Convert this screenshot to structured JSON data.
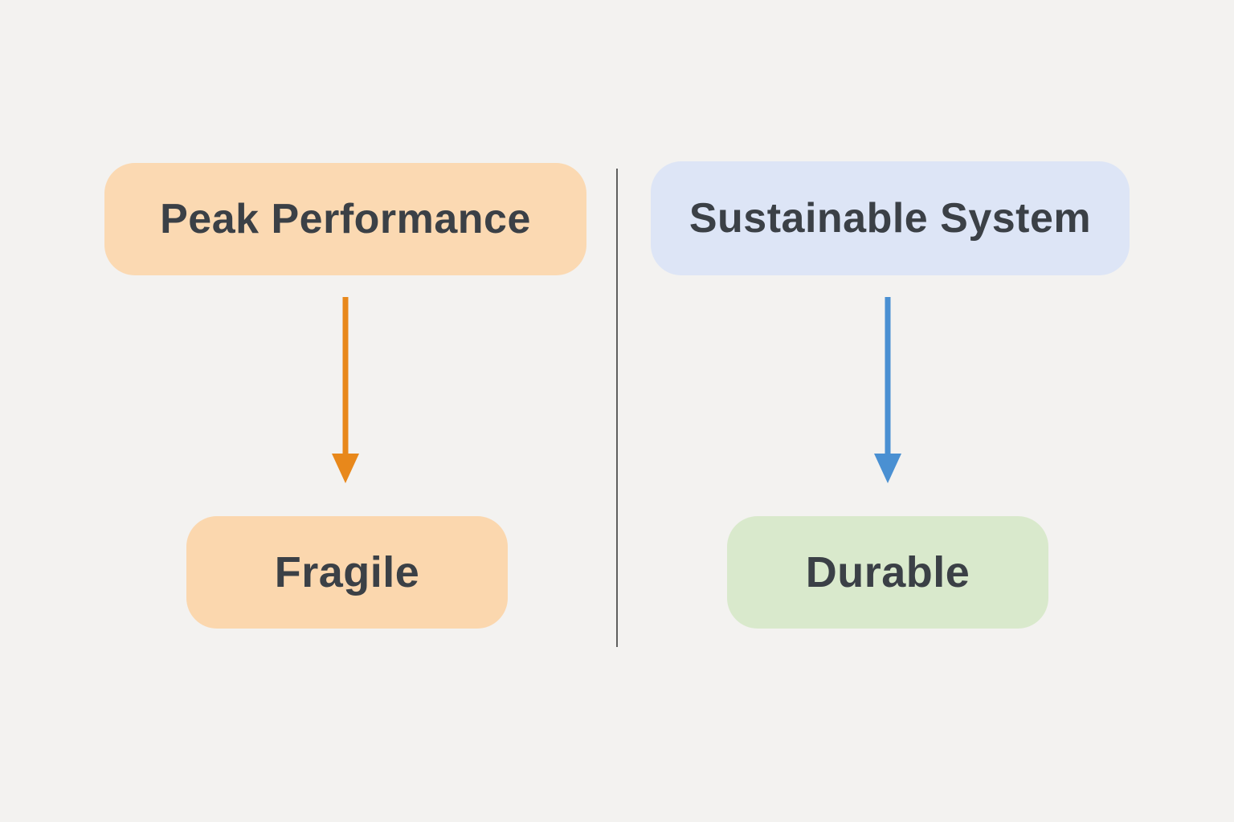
{
  "page": {
    "background_color": "#f3f2f0",
    "divider_color": "#5f5f5f",
    "text_color": "#3b4046"
  },
  "left": {
    "top_label": "Peak Performance",
    "bottom_label": "Fragile",
    "top_box_color": "#fbd9b2",
    "bottom_box_color": "#fbd7ae",
    "arrow_color": "#e8881b"
  },
  "right": {
    "top_label": "Sustainable System",
    "bottom_label": "Durable",
    "top_box_color": "#dde5f6",
    "bottom_box_color": "#d9e9cc",
    "arrow_color": "#4a90d2"
  }
}
